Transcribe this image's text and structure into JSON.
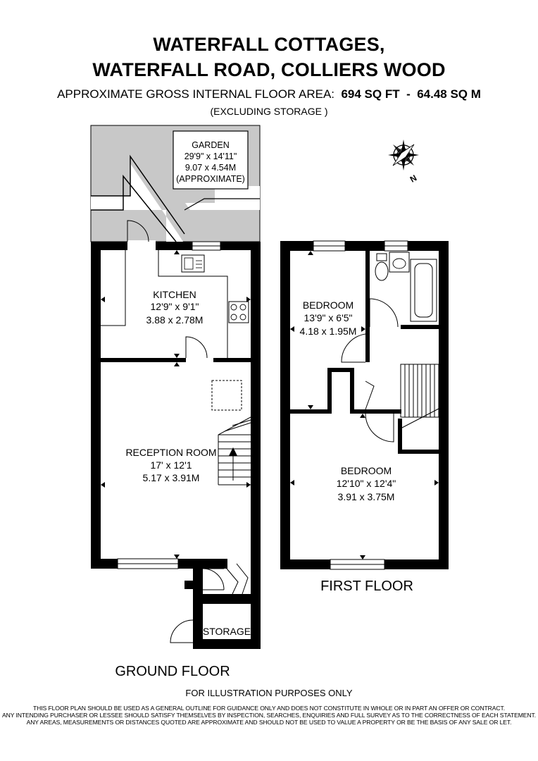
{
  "header": {
    "title_line1": "WATERFALL COTTAGES,",
    "title_line2": "WATERFALL ROAD, COLLIERS WOOD",
    "area_label": "APPROXIMATE GROSS INTERNAL FLOOR AREA:",
    "area_sqft": "694 SQ FT",
    "area_sep": "-",
    "area_sqm": "64.48 SQ M",
    "excluding": "(EXCLUDING STORAGE )"
  },
  "compass": {
    "letter": "N"
  },
  "garden": {
    "name": "GARDEN",
    "imperial": "29'9\" x 14'11\"",
    "metric": "9.07 x 4.54M",
    "note": "(APPROXIMATE)"
  },
  "ground_floor": {
    "label": "GROUND FLOOR",
    "kitchen": {
      "name": "KITCHEN",
      "imperial": "12'9\" x 9'1\"",
      "metric": "3.88 x 2.78M"
    },
    "reception": {
      "name": "RECEPTION ROOM",
      "imperial": "17' x 12'1",
      "metric": "5.17 x 3.91M"
    },
    "storage": {
      "name": "STORAGE"
    }
  },
  "first_floor": {
    "label": "FIRST FLOOR",
    "bedroom1": {
      "name": "BEDROOM",
      "imperial": "13'9\" x 6'5\"",
      "metric": "4.18 x 1.95M"
    },
    "bedroom2": {
      "name": "BEDROOM",
      "imperial": "12'10\" x 12'4\"",
      "metric": "3.91 x 3.75M"
    }
  },
  "footer": {
    "illustration": "FOR ILLUSTRATION PURPOSES ONLY",
    "disclaimer_line1": "THIS FLOOR PLAN SHOULD BE USED AS A GENERAL OUTLINE FOR GUIDANCE ONLY AND DOES NOT CONSTITUTE IN WHOLE OR IN PART AN OFFER OR CONTRACT.",
    "disclaimer_line2": "ANY INTENDING PURCHASER OR LESSEE SHOULD SATISFY THEMSELVES BY INSPECTION, SEARCHES, ENQUIRIES AND FULL SURVEY AS TO THE CORRECTNESS OF EACH STATEMENT.",
    "disclaimer_line3": "ANY AREAS, MEASUREMENTS OR DISTANCES QUOTED ARE APPROXIMATE AND SHOULD NOT BE USED TO VALUE A PROPERTY OR BE THE BASIS OF ANY SALE OR LET."
  },
  "colors": {
    "wall": "#000000",
    "garden_fill": "#c8c8c8",
    "background": "#ffffff"
  }
}
